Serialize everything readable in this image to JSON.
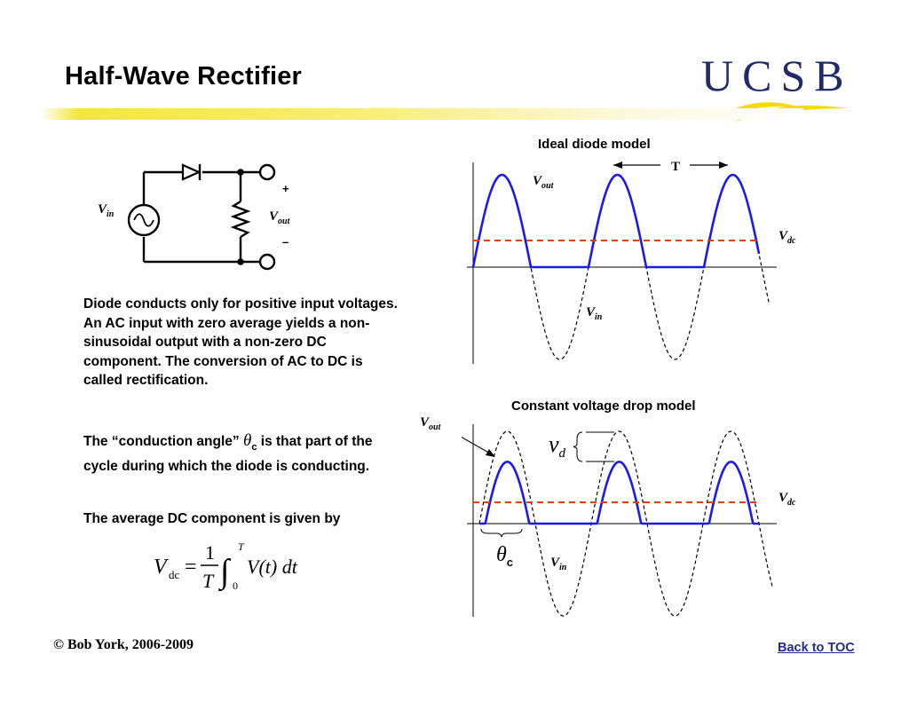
{
  "slide": {
    "title": "Half-Wave Rectifier",
    "logo_text": "UCSB"
  },
  "circuit": {
    "vin_label": "V",
    "vin_sub": "in",
    "vout_label": "V",
    "vout_sub": "out",
    "plus": "+",
    "minus": "–"
  },
  "text": {
    "para1": "Diode conducts only for positive input voltages.  An AC input with zero average yields a non-sinusoidal output with a non-zero DC component.  The conversion of AC to DC is called rectification.",
    "para2_before": "The “conduction angle” ",
    "para2_theta": "θ",
    "para2_theta_sub": "c",
    "para2_after": " is that part of the cycle during which the diode is conducting.",
    "para3": "The average DC component is given by"
  },
  "formula": {
    "lhs": "V",
    "lhs_sub": "dc",
    "equals": "=",
    "num": "1",
    "den": "T",
    "upper": "T",
    "lower": "0",
    "integrand": "V(t) dt"
  },
  "plot1": {
    "heading": "Ideal diode model",
    "period_label": "T",
    "vout_label": "V",
    "vout_sub": "out",
    "vdc_label": "V",
    "vdc_sub": "dc",
    "vin_label": "V",
    "vin_sub": "in"
  },
  "plot2": {
    "heading": "Constant voltage drop model",
    "vout_label": "V",
    "vout_sub": "out",
    "vd_label": "v",
    "vd_sub": "d",
    "vdc_label": "V",
    "vdc_sub": "dc",
    "vin_label": "V",
    "vin_sub": "in",
    "theta_label": "θ",
    "theta_sub": "c"
  },
  "footer": {
    "copyright": "©  Bob York, 2006-2009",
    "back_link": "Back to TOC"
  },
  "colors": {
    "output_wave": "#1a1aee",
    "dc_level": "#e04010",
    "logo": "#1f2b6b",
    "header_bar": "#f5e63a",
    "link": "#1f2b8f"
  }
}
